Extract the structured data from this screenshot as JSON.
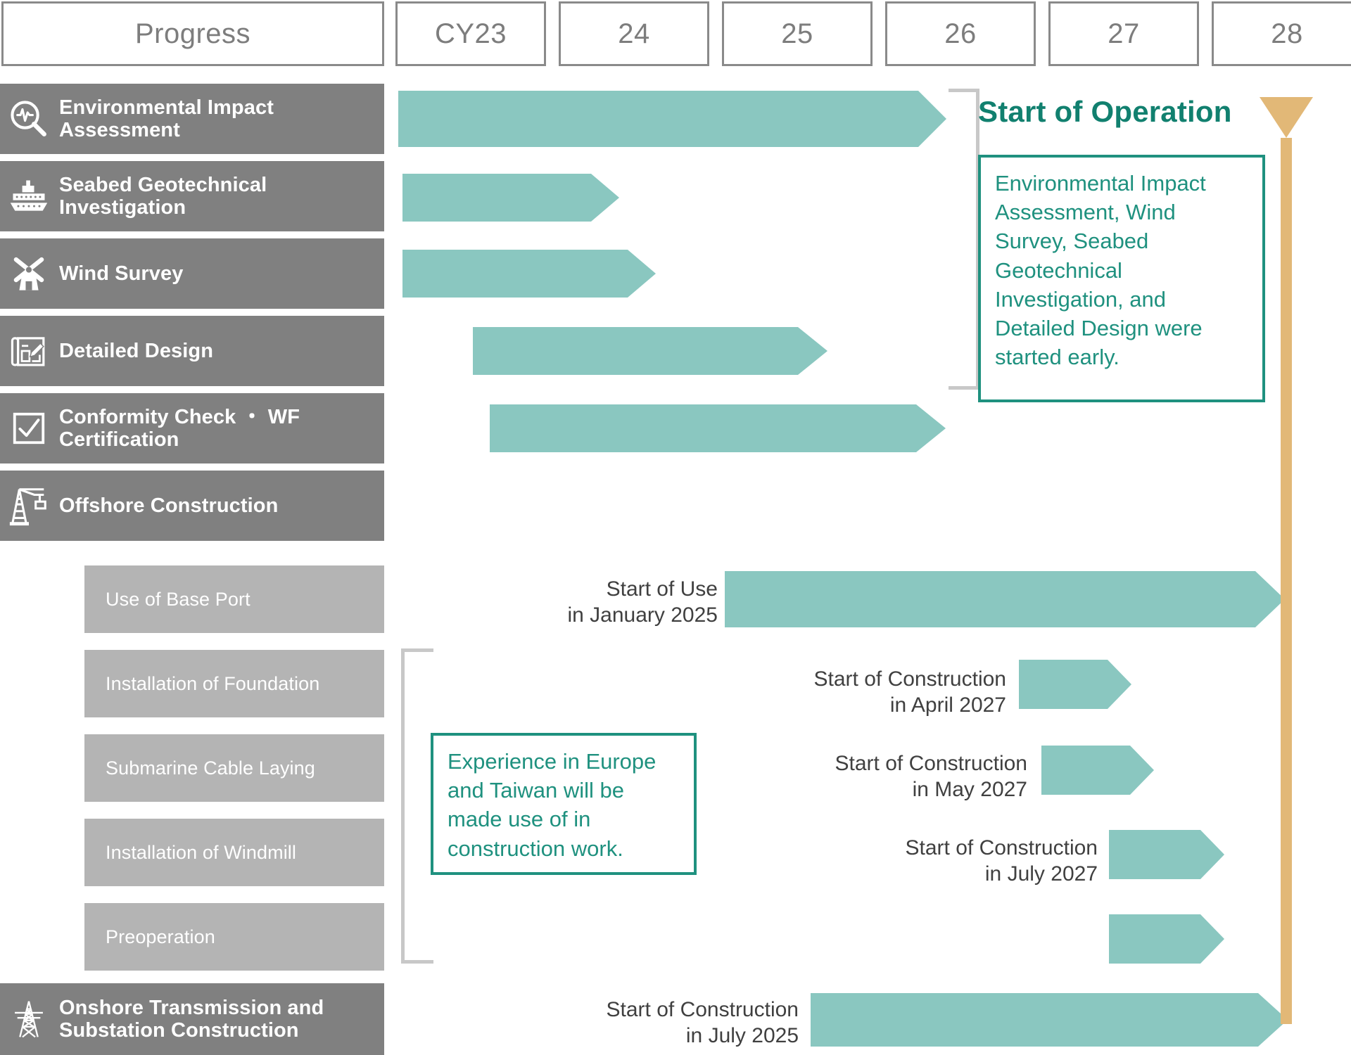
{
  "header": {
    "progress_label": "Progress",
    "years": [
      "CY23",
      "24",
      "25",
      "26",
      "27",
      "28"
    ]
  },
  "tasks": [
    {
      "label": "Environmental Impact\nAssessment",
      "icon": "magnifier-waveform-icon"
    },
    {
      "label": "Seabed Geotechnical\nInvestigation",
      "icon": "survey-ship-icon"
    },
    {
      "label": "Wind Survey",
      "icon": "windmill-icon"
    },
    {
      "label": "Detailed Design",
      "icon": "blueprint-pencil-icon"
    },
    {
      "label": "Conformity Check\n・ WF Certification",
      "icon": "checkbox-icon"
    },
    {
      "label": "Offshore Construction",
      "icon": "crane-icon"
    }
  ],
  "subtasks": [
    {
      "label": "Use of Base Port"
    },
    {
      "label": "Installation of\nFoundation"
    },
    {
      "label": "Submarine Cable\nLaying"
    },
    {
      "label": "Installation of Windmill"
    },
    {
      "label": "Preoperation"
    }
  ],
  "final_task": {
    "label": "Onshore Transmission and\nSubstation Construction",
    "icon": "transmission-tower-icon"
  },
  "annotations": [
    {
      "text": "Start of Use\nin January 2025"
    },
    {
      "text": "Start of Construction\nin April 2027"
    },
    {
      "text": "Start of Construction\nin May 2027"
    },
    {
      "text": "Start of Construction\nin July 2027"
    },
    {
      "text": "Start of Construction\nin July 2025"
    }
  ],
  "callouts": {
    "start_of_operation_title": "Start of Operation",
    "early_start_note": "Environmental Impact Assessment, Wind Survey, Seabed Geotechnical Investigation, and Detailed Design were started early.",
    "experience_note": "Experience in Europe and Taiwan will be made use of in construction work."
  },
  "colors": {
    "bar": "#8ac7c0",
    "task_bg": "#808080",
    "subtask_bg": "#b4b4b4",
    "accent_teal": "#1f917f",
    "milestone": "#e2b877",
    "header_text": "#7d7d7d"
  },
  "chart_data": {
    "type": "bar",
    "title": "Progress",
    "xlabel": "",
    "ylabel": "",
    "categories": [
      "CY23",
      "24",
      "25",
      "26",
      "27",
      "28"
    ],
    "axis_start_year": 2023,
    "axis_end_year": 2028,
    "legend": [],
    "grid": false,
    "series": [
      {
        "name": "Environmental Impact Assessment",
        "start": 2023.0,
        "end": 2026.6,
        "arrow": true
      },
      {
        "name": "Seabed Geotechnical Investigation",
        "start": 2023.0,
        "end": 2024.25,
        "arrow": true
      },
      {
        "name": "Wind Survey",
        "start": 2023.0,
        "end": 2024.45,
        "arrow": true
      },
      {
        "name": "Detailed Design",
        "start": 2023.4,
        "end": 2025.5,
        "arrow": true
      },
      {
        "name": "Conformity Check ・ WF Certification",
        "start": 2023.5,
        "end": 2026.6,
        "arrow": true
      },
      {
        "name": "Use of Base Port",
        "start": 2025.0,
        "end": 2028.0,
        "arrow": true,
        "annotation": "Start of Use in January 2025"
      },
      {
        "name": "Installation of Foundation",
        "start": 2027.3,
        "end": 2027.9,
        "arrow": true,
        "annotation": "Start of Construction in April 2027"
      },
      {
        "name": "Submarine Cable Laying",
        "start": 2027.4,
        "end": 2028.0,
        "arrow": true,
        "annotation": "Start of Construction in May 2027"
      },
      {
        "name": "Installation of Windmill",
        "start": 2027.55,
        "end": 2028.15,
        "arrow": true,
        "annotation": "Start of Construction in July 2027"
      },
      {
        "name": "Preoperation",
        "start": 2027.55,
        "end": 2028.15,
        "arrow": true
      },
      {
        "name": "Onshore Transmission and Substation Construction",
        "start": 2025.5,
        "end": 2028.0,
        "arrow": true,
        "annotation": "Start of Construction in July 2025"
      }
    ],
    "milestone": {
      "label": "Start of Operation",
      "year": 2028.0
    }
  }
}
